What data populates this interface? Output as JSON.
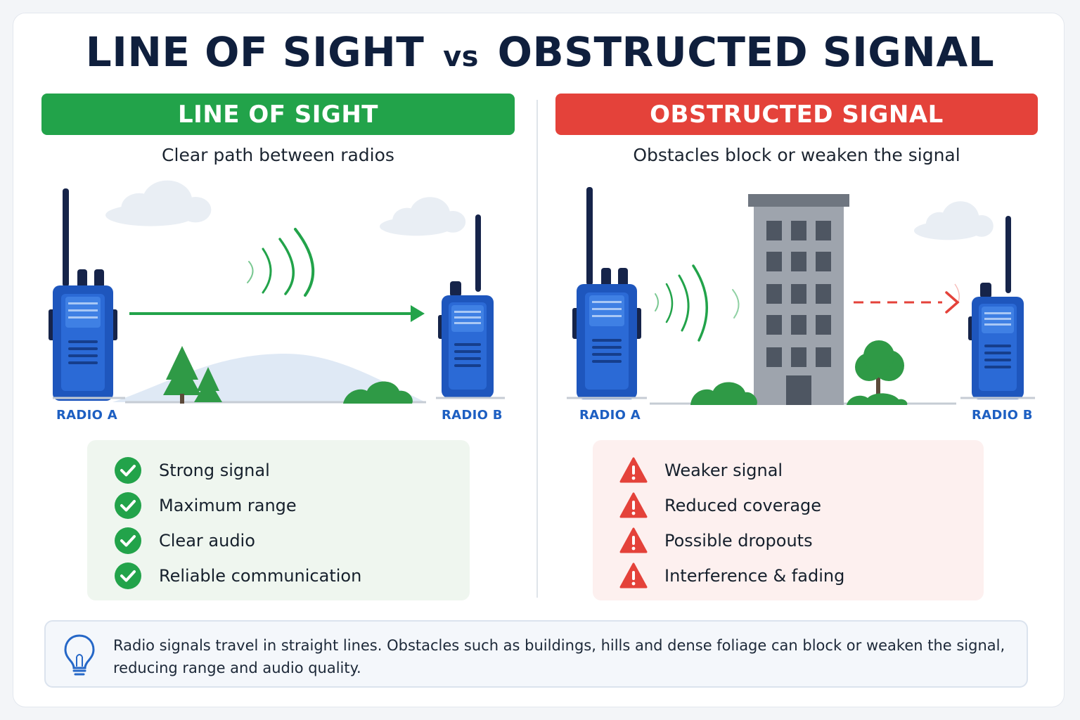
{
  "title": {
    "part1": "LINE OF SIGHT",
    "vs": "vs",
    "part2": "OBSTRUCTED SIGNAL"
  },
  "left": {
    "banner": "LINE OF SIGHT",
    "subtitle": "Clear path between radios",
    "radio_a": "RADIO A",
    "radio_b": "RADIO B",
    "features": [
      "Strong signal",
      "Maximum range",
      "Clear audio",
      "Reliable communication"
    ],
    "accent": "#22a34a",
    "feature_icon": "check-circle-icon"
  },
  "right": {
    "banner": "OBSTRUCTED SIGNAL",
    "subtitle": "Obstacles block or weaken the signal",
    "radio_a": "RADIO A",
    "radio_b": "RADIO B",
    "features": [
      "Weaker signal",
      "Reduced coverage",
      "Possible dropouts",
      "Interference & fading"
    ],
    "accent": "#e4423a",
    "feature_icon": "warning-triangle-icon"
  },
  "note": {
    "icon": "lightbulb-icon",
    "text": "Radio signals travel in straight lines. Obstacles such as buildings, hills and dense foliage can block or weaken the signal, reducing range and audio quality."
  },
  "colors": {
    "radio_body": "#2563c9",
    "title": "#0f1f3d"
  }
}
